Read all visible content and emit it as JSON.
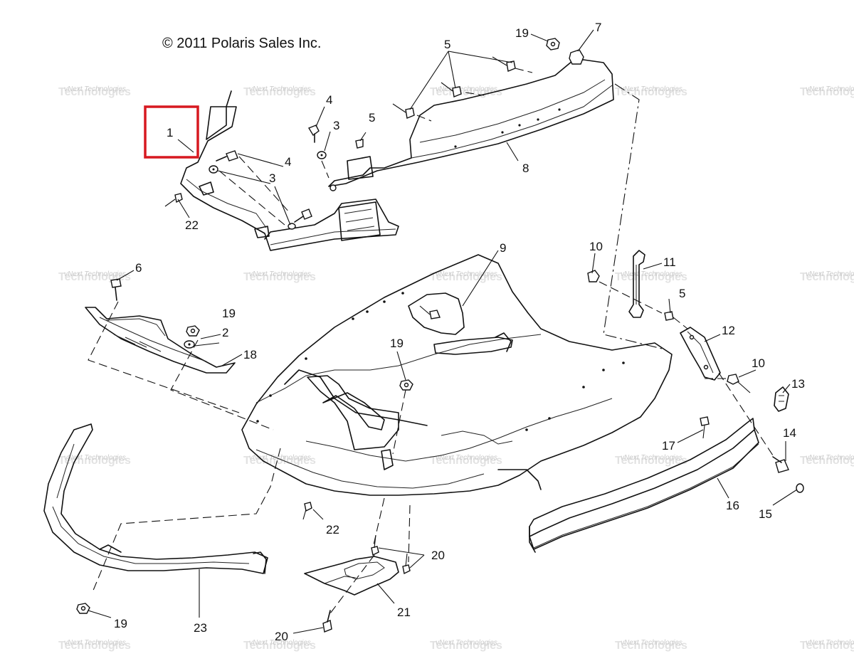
{
  "copyright": "© 2011 Polaris Sales Inc.",
  "watermark": {
    "line1": "vNext Technologies",
    "line2": "Technologies"
  },
  "highlight_color": "#d71920",
  "callouts": [
    {
      "id": "c1",
      "label": "1"
    },
    {
      "id": "c2",
      "label": "2"
    },
    {
      "id": "c3a",
      "label": "3"
    },
    {
      "id": "c3b",
      "label": "3"
    },
    {
      "id": "c4a",
      "label": "4"
    },
    {
      "id": "c4b",
      "label": "4"
    },
    {
      "id": "c5a",
      "label": "5"
    },
    {
      "id": "c5b",
      "label": "5"
    },
    {
      "id": "c5c",
      "label": "5"
    },
    {
      "id": "c6",
      "label": "6"
    },
    {
      "id": "c7",
      "label": "7"
    },
    {
      "id": "c8",
      "label": "8"
    },
    {
      "id": "c9",
      "label": "9"
    },
    {
      "id": "c10a",
      "label": "10"
    },
    {
      "id": "c10b",
      "label": "10"
    },
    {
      "id": "c11",
      "label": "11"
    },
    {
      "id": "c12",
      "label": "12"
    },
    {
      "id": "c13",
      "label": "13"
    },
    {
      "id": "c14",
      "label": "14"
    },
    {
      "id": "c15",
      "label": "15"
    },
    {
      "id": "c16",
      "label": "16"
    },
    {
      "id": "c17",
      "label": "17"
    },
    {
      "id": "c18",
      "label": "18"
    },
    {
      "id": "c19a",
      "label": "19"
    },
    {
      "id": "c19b",
      "label": "19"
    },
    {
      "id": "c19c",
      "label": "19"
    },
    {
      "id": "c19d",
      "label": "19"
    },
    {
      "id": "c20a",
      "label": "20"
    },
    {
      "id": "c20b",
      "label": "20"
    },
    {
      "id": "c21",
      "label": "21"
    },
    {
      "id": "c22a",
      "label": "22"
    },
    {
      "id": "c22b",
      "label": "22"
    },
    {
      "id": "c23",
      "label": "23"
    }
  ]
}
